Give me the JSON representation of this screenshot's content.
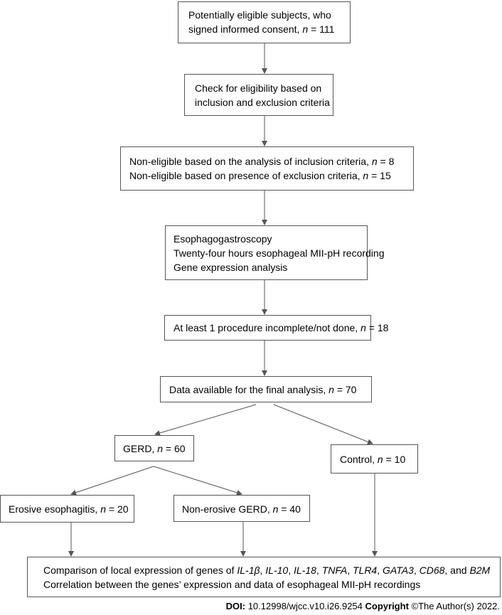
{
  "boxes": {
    "b1": {
      "lines": [
        [
          {
            "t": "Potentially eligible subjects, who"
          }
        ],
        [
          {
            "t": "signed informed consent, "
          },
          {
            "t": "n",
            "i": true
          },
          {
            "t": " = 111"
          }
        ]
      ]
    },
    "b2": {
      "lines": [
        [
          {
            "t": "Check for eligibility based on"
          }
        ],
        [
          {
            "t": "inclusion and exclusion criteria"
          }
        ]
      ]
    },
    "b3": {
      "lines": [
        [
          {
            "t": "Non-eligible based on the analysis of inclusion criteria, "
          },
          {
            "t": "n",
            "i": true
          },
          {
            "t": " = 8"
          }
        ],
        [
          {
            "t": "Non-eligible based on presence of exclusion criteria, "
          },
          {
            "t": "n",
            "i": true
          },
          {
            "t": " = 15"
          }
        ]
      ]
    },
    "b4": {
      "lines": [
        [
          {
            "t": "Esophagogastroscopy"
          }
        ],
        [
          {
            "t": "Twenty-four hours esophageal MII-pH recording"
          }
        ],
        [
          {
            "t": "Gene expression analysis"
          }
        ]
      ]
    },
    "b5": {
      "lines": [
        [
          {
            "t": "At least 1 procedure incomplete/not done, "
          },
          {
            "t": "n",
            "i": true
          },
          {
            "t": " = 18"
          }
        ]
      ]
    },
    "b6": {
      "lines": [
        [
          {
            "t": "Data available for the final analysis, "
          },
          {
            "t": "n",
            "i": true
          },
          {
            "t": " = 70"
          }
        ]
      ]
    },
    "b7": {
      "lines": [
        [
          {
            "t": "GERD, "
          },
          {
            "t": "n",
            "i": true
          },
          {
            "t": " = 60"
          }
        ]
      ]
    },
    "b8": {
      "lines": [
        [
          {
            "t": "Control, "
          },
          {
            "t": "n",
            "i": true
          },
          {
            "t": " = 10"
          }
        ]
      ]
    },
    "b9": {
      "lines": [
        [
          {
            "t": "Erosive esophagitis, "
          },
          {
            "t": "n",
            "i": true
          },
          {
            "t": " = 20"
          }
        ]
      ]
    },
    "b10": {
      "lines": [
        [
          {
            "t": "Non-erosive GERD, "
          },
          {
            "t": "n",
            "i": true
          },
          {
            "t": " = 40"
          }
        ]
      ]
    },
    "b11": {
      "lines": [
        [
          {
            "t": "Comparison of local expression of genes of "
          },
          {
            "t": "IL-1β",
            "i": true
          },
          {
            "t": ", "
          },
          {
            "t": "IL-10",
            "i": true
          },
          {
            "t": ", "
          },
          {
            "t": "IL-18",
            "i": true
          },
          {
            "t": ", "
          },
          {
            "t": "TNFA",
            "i": true
          },
          {
            "t": ", "
          },
          {
            "t": "TLR4",
            "i": true
          },
          {
            "t": ", "
          },
          {
            "t": "GATA3",
            "i": true
          },
          {
            "t": ", "
          },
          {
            "t": "CD68",
            "i": true
          },
          {
            "t": ", and "
          },
          {
            "t": "B2M",
            "i": true
          }
        ],
        [
          {
            "t": "Correlation between the genes’ expression and data of esophageal MII-pH recordings"
          }
        ]
      ]
    }
  },
  "footer": {
    "doi_label": "DOI:",
    "doi_value": " 10.12998/wjcc.v10.i26.9254",
    "copyright_label": "Copyright",
    "copyright_value": " ©The Author(s) 2022."
  },
  "colors": {
    "line": "#555555",
    "text": "#000000",
    "background": "#ffffff"
  }
}
